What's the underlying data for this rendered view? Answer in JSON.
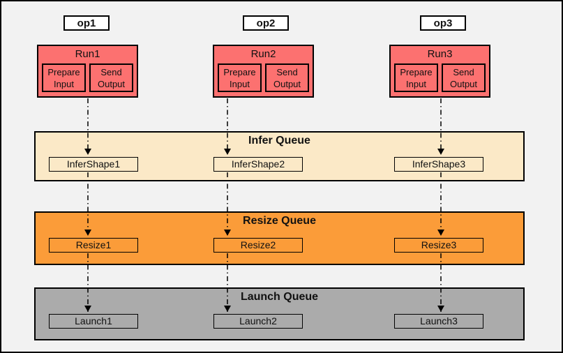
{
  "diagram": {
    "ops": [
      {
        "label": "op1",
        "run": {
          "title": "Run1",
          "left_task": "Prepare Input",
          "right_task": "Send Output"
        }
      },
      {
        "label": "op2",
        "run": {
          "title": "Run2",
          "left_task": "Prepare Input",
          "right_task": "Send Output"
        }
      },
      {
        "label": "op3",
        "run": {
          "title": "Run3",
          "left_task": "Prepare Input",
          "right_task": "Send Output"
        }
      }
    ],
    "queues": [
      {
        "title": "Infer Queue",
        "color": "#FBE9C7",
        "items": [
          "InferShape1",
          "InferShape2",
          "InferShape3"
        ]
      },
      {
        "title": "Resize Queue",
        "color": "#FB9C39",
        "items": [
          "Resize1",
          "Resize2",
          "Resize3"
        ]
      },
      {
        "title": "Launch Queue",
        "color": "#ABABAB",
        "items": [
          "Launch1",
          "Launch2",
          "Launch3"
        ]
      }
    ],
    "colors": {
      "background": "#F2F2F2",
      "run_box": "#FC7170",
      "border": "#000000"
    }
  }
}
